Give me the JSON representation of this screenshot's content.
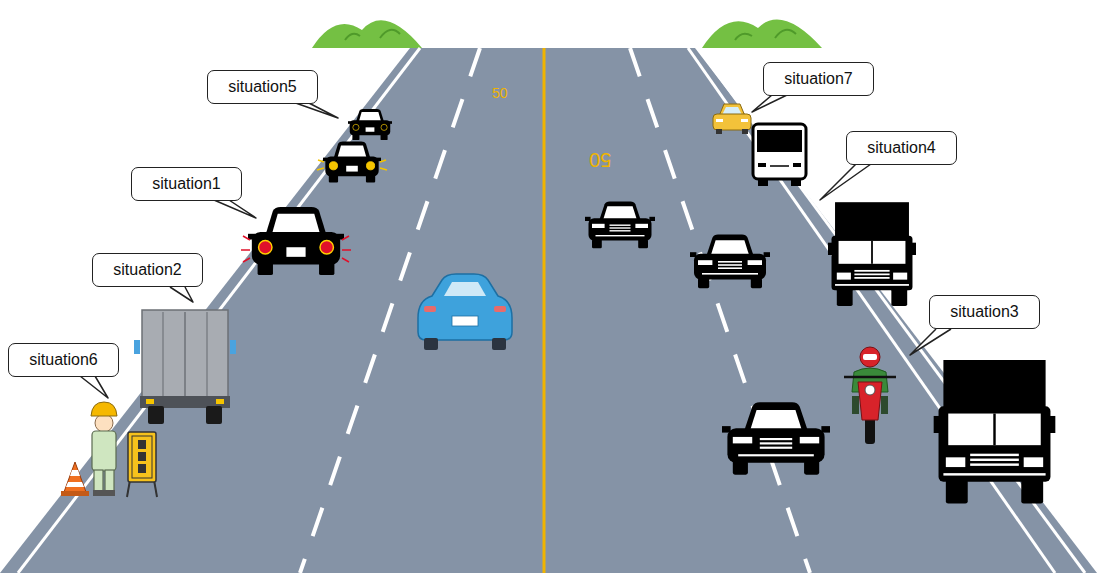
{
  "diagram": {
    "nodes": [
      {
        "text": [
          "situation5"
        ]
      },
      {
        "text": [
          "situation7"
        ]
      },
      {
        "text": [
          "situation4"
        ]
      },
      {
        "text": [
          "situation1"
        ]
      },
      {
        "text": [
          "situation2"
        ]
      },
      {
        "text": [
          "situation3"
        ]
      },
      {
        "text": [
          "situation6"
        ]
      }
    ],
    "labels": [
      "50",
      "50"
    ]
  }
}
